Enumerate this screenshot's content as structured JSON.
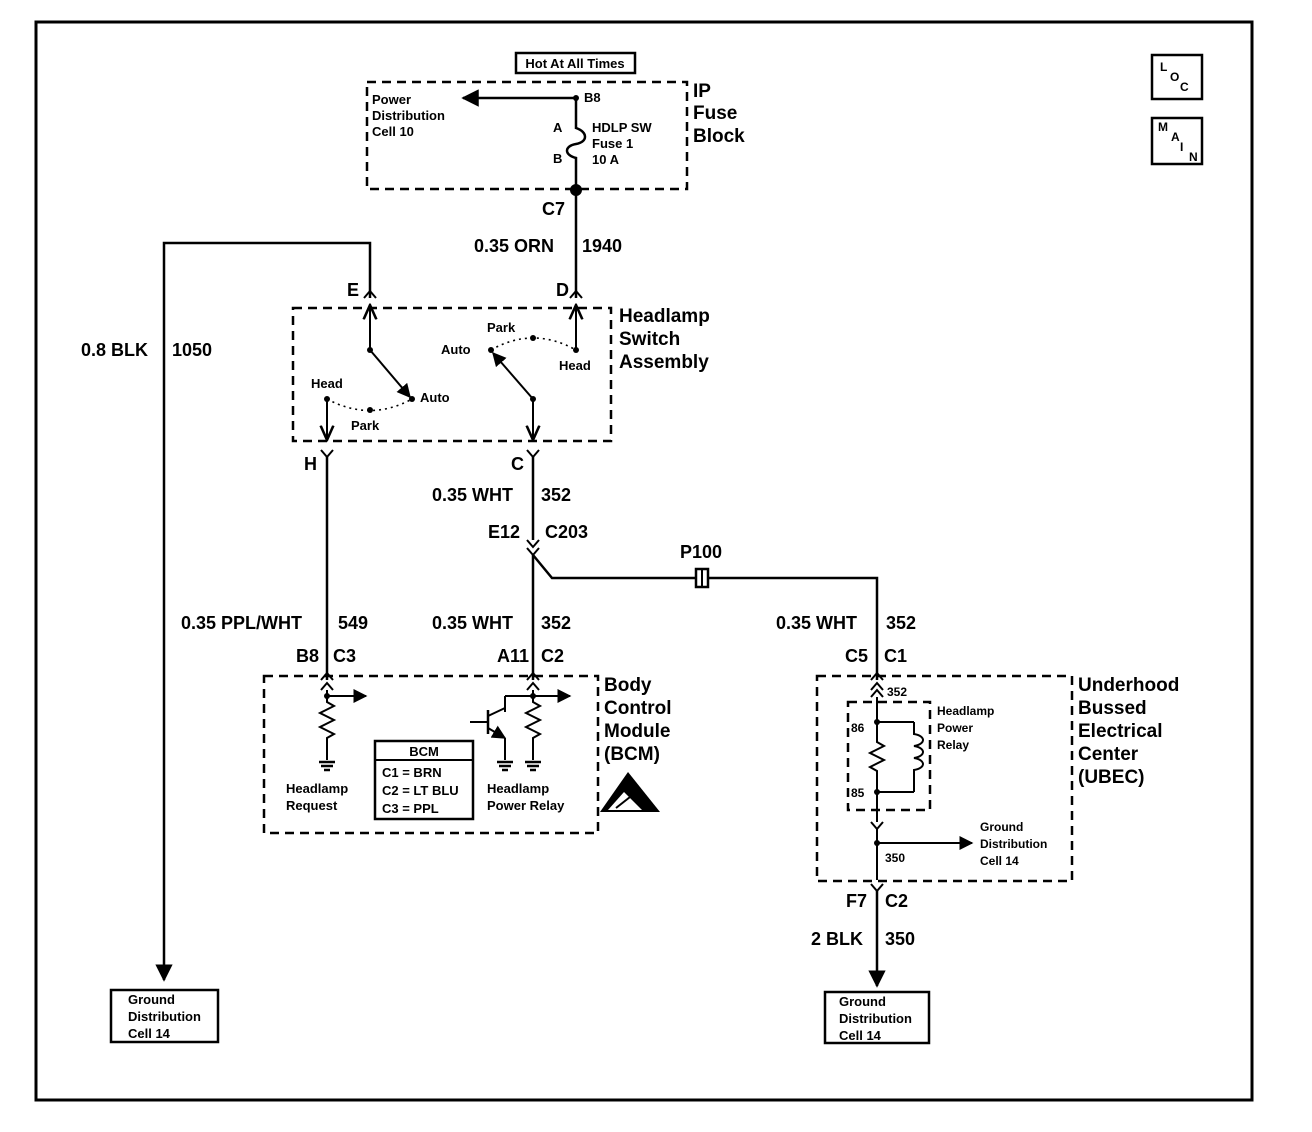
{
  "header": {
    "hot_label": "Hot At All Times"
  },
  "corner_icons": {
    "loc": [
      "L",
      "O",
      "C"
    ],
    "main": [
      "M",
      "A",
      "I",
      "N"
    ]
  },
  "fuse_block": {
    "title": [
      "IP",
      "Fuse",
      "Block"
    ],
    "power_ref": [
      "Power",
      "Distribution",
      "Cell 10"
    ],
    "terminal": "B8",
    "fuse_label": [
      "HDLP SW",
      "Fuse 1",
      "10 A"
    ],
    "pin_a": "A",
    "pin_b": "B",
    "connector": "C7"
  },
  "wire_1940": {
    "gauge_color": "0.35 ORN",
    "circuit": "1940"
  },
  "wire_1050": {
    "gauge_color": "0.8 BLK",
    "circuit": "1050"
  },
  "headlamp_switch": {
    "title": [
      "Headlamp",
      "Switch",
      "Assembly"
    ],
    "pin_e": "E",
    "pin_d": "D",
    "pin_h": "H",
    "pin_c": "C",
    "left_head": "Head",
    "left_auto": "Auto",
    "left_park": "Park",
    "right_park": "Park",
    "right_auto": "Auto",
    "right_head": "Head"
  },
  "wire_352_top": {
    "gauge_color": "0.35 WHT",
    "circuit": "352"
  },
  "splice_connector": {
    "pin": "E12",
    "connector": "C203"
  },
  "splice_p100": "P100",
  "wire_549": {
    "gauge_color": "0.35 PPL/WHT",
    "circuit": "549"
  },
  "wire_352_mid": {
    "gauge_color": "0.35 WHT",
    "circuit": "352"
  },
  "wire_352_right": {
    "gauge_color": "0.35 WHT",
    "circuit": "352"
  },
  "bcm": {
    "title": [
      "Body",
      "Control",
      "Module",
      "(BCM)"
    ],
    "pin_b8": "B8",
    "conn_c3": "C3",
    "pin_a11": "A11",
    "conn_c2": "C2",
    "left_label": [
      "Headlamp",
      "Request"
    ],
    "right_label": [
      "Headlamp",
      "Power Relay"
    ],
    "legend_title": "BCM",
    "legend": [
      "C1 = BRN",
      "C2 = LT BLU",
      "C3 = PPL"
    ]
  },
  "ubec": {
    "title": [
      "Underhood",
      "Bussed",
      "Electrical",
      "Center",
      "(UBEC)"
    ],
    "pin_c5": "C5",
    "conn_c1": "C1",
    "circuit_in": "352",
    "relay_label": [
      "Headlamp",
      "Power",
      "Relay"
    ],
    "pin_86": "86",
    "pin_85": "85",
    "ground_ref": [
      "Ground",
      "Distribution",
      "Cell 14"
    ],
    "circuit_out": "350",
    "pin_f7": "F7",
    "conn_c2": "C2"
  },
  "wire_350": {
    "gauge_color": "2 BLK",
    "circuit": "350"
  },
  "ground_left": [
    "Ground",
    "Distribution",
    "Cell 14"
  ],
  "ground_right": [
    "Ground",
    "Distribution",
    "Cell 14"
  ]
}
